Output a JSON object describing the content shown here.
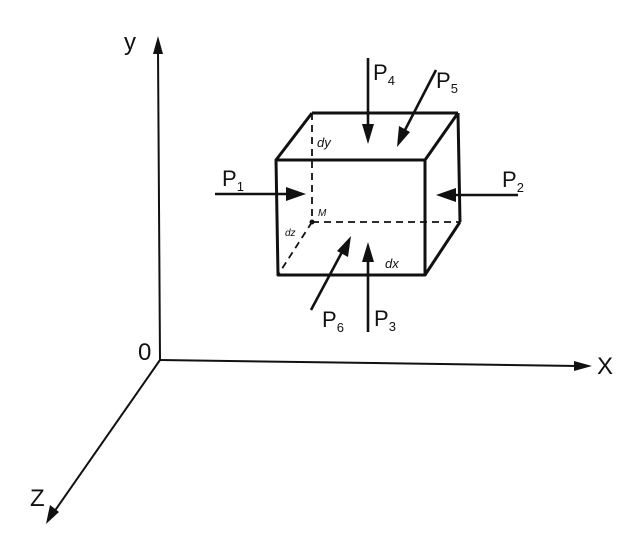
{
  "axes": {
    "x_label": "X",
    "y_label": "y",
    "z_label": "Z",
    "origin_label": "0"
  },
  "element": {
    "point_label": "M",
    "dx_label": "dx",
    "dy_label": "dy",
    "dz_label": "dz"
  },
  "forces": [
    {
      "letter": "P",
      "sub": "1"
    },
    {
      "letter": "P",
      "sub": "2"
    },
    {
      "letter": "P",
      "sub": "3"
    },
    {
      "letter": "P",
      "sub": "4"
    },
    {
      "letter": "P",
      "sub": "5"
    },
    {
      "letter": "P",
      "sub": "6"
    }
  ],
  "colors": {
    "ink": "#111111",
    "background": "#ffffff"
  }
}
